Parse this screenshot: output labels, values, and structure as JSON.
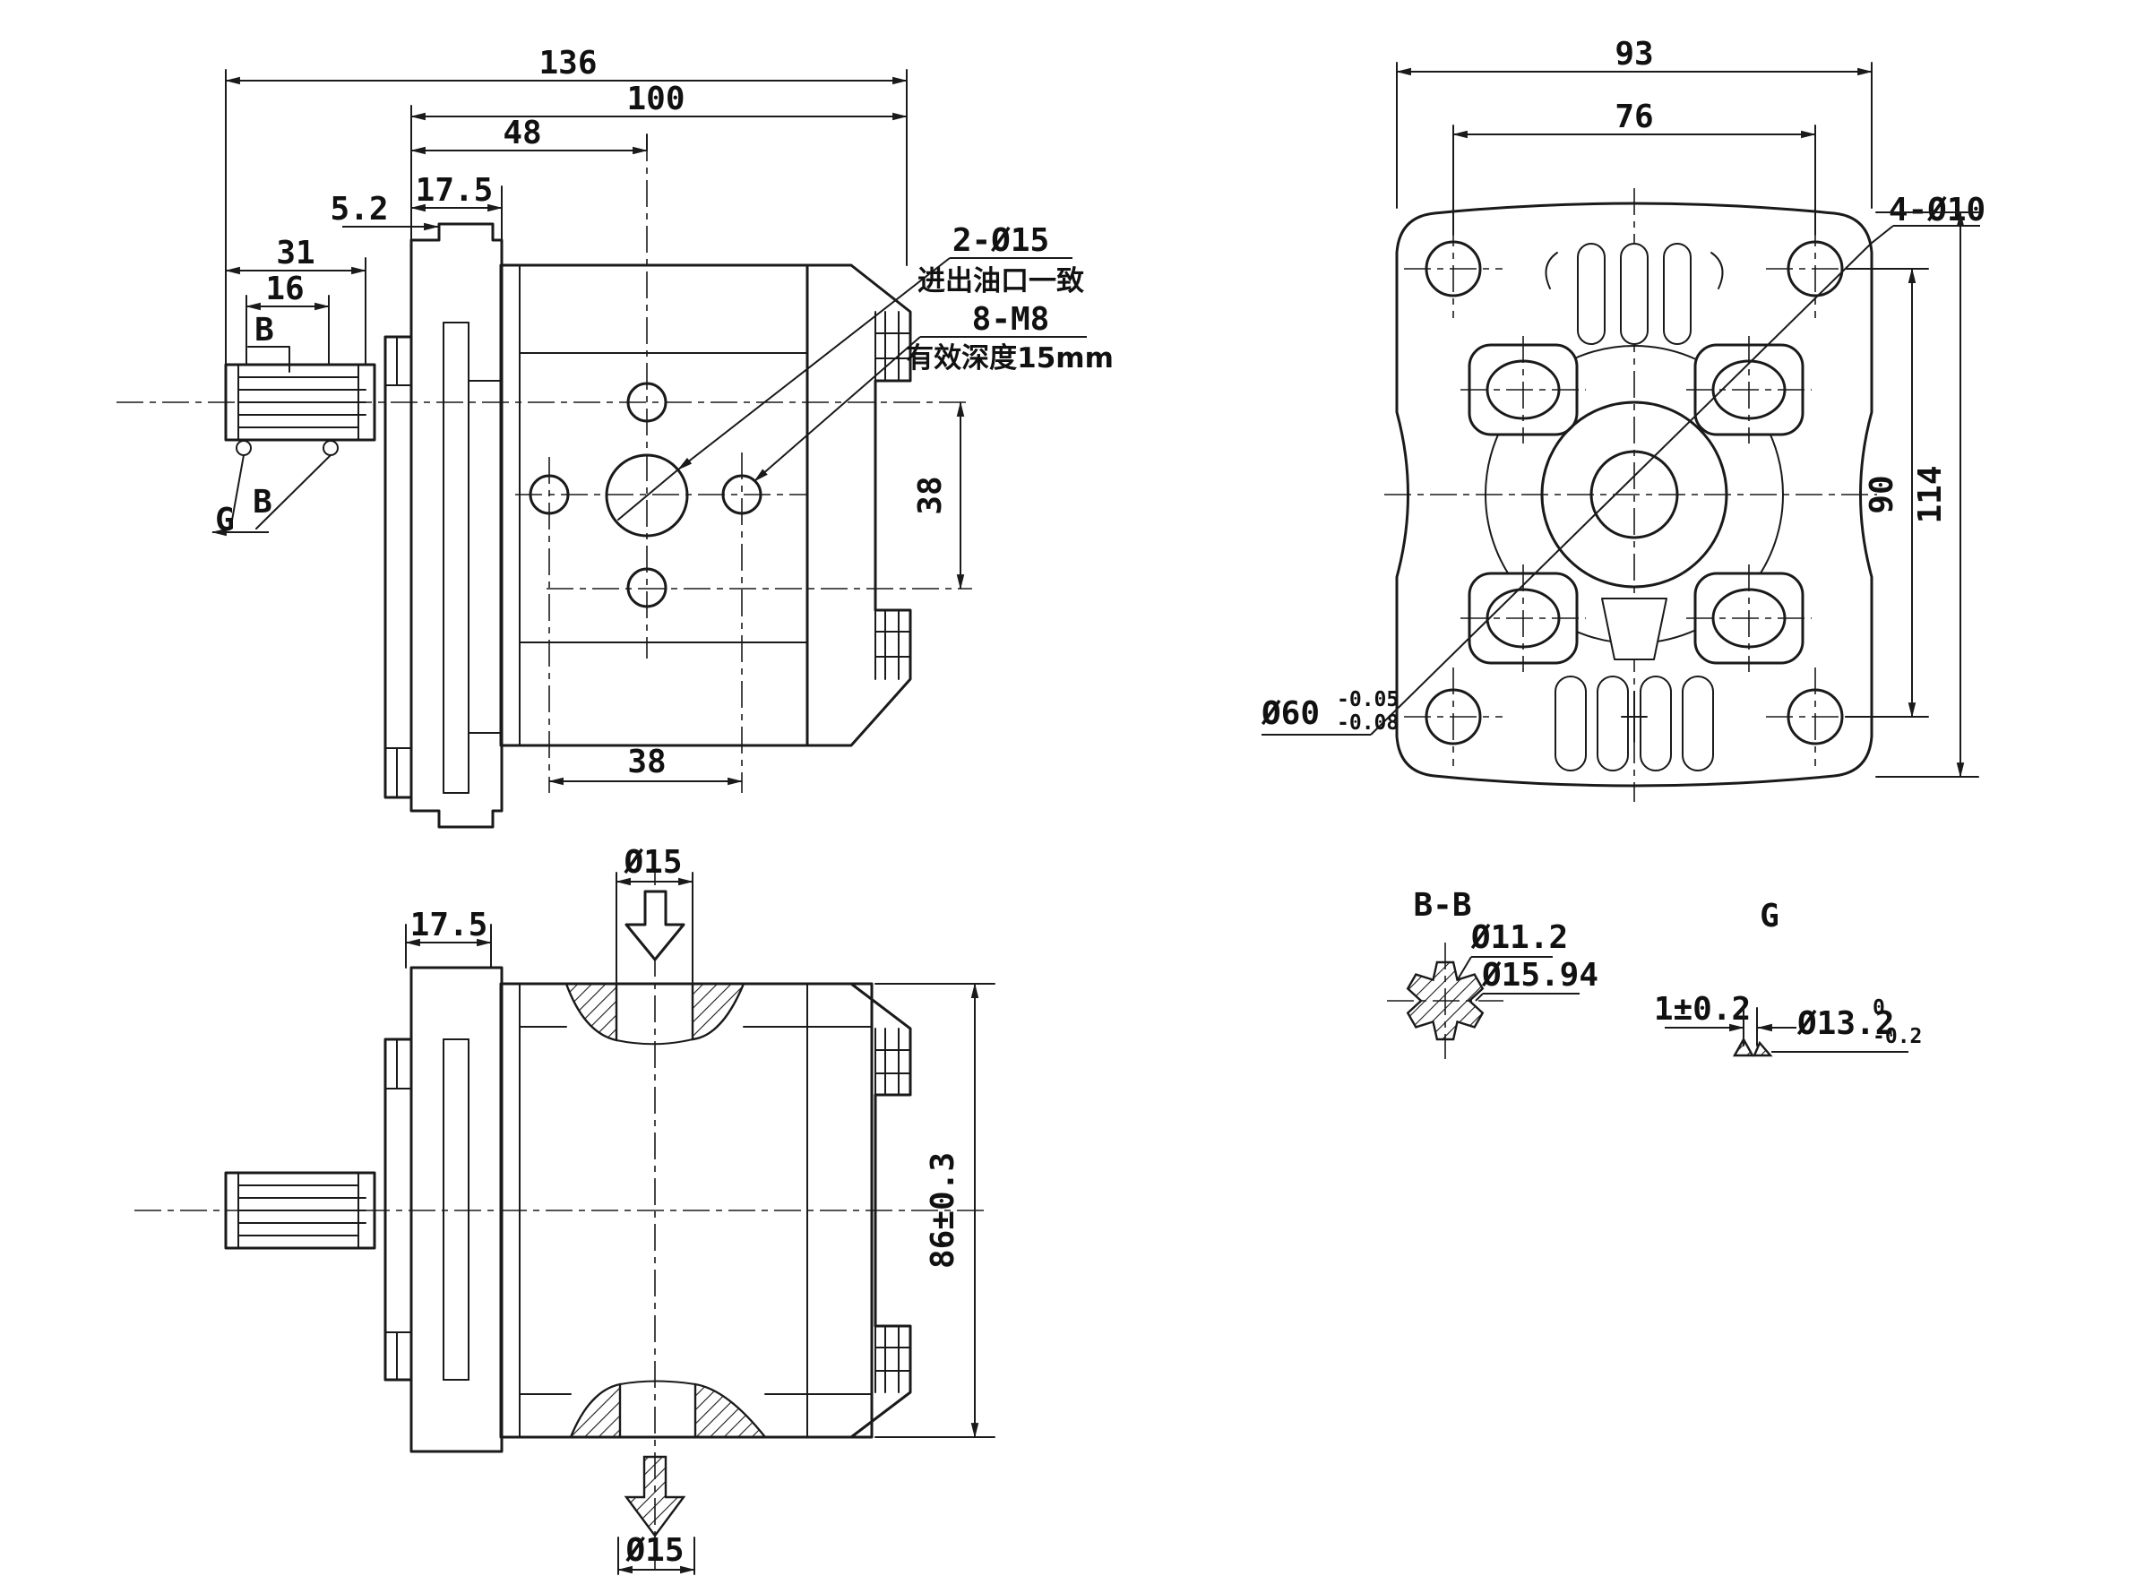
{
  "side_view": {
    "dim_136": "136",
    "dim_100": "100",
    "dim_48": "48",
    "dim_17_5": "17.5",
    "dim_5_2": "5.2",
    "dim_31": "31",
    "dim_16": "16",
    "dim_38_v": "38",
    "dim_38_h": "38",
    "label_b_top": "B",
    "label_b_bottom": "B",
    "label_g": "G",
    "ann_ports": "2-Ø15",
    "ann_ports_note": "进出油口一致",
    "ann_thread": "8-M8",
    "ann_thread_note": "有效深度15mm"
  },
  "front_view": {
    "dim_93": "93",
    "dim_76": "76",
    "dim_90": "90",
    "dim_114": "114",
    "ann_corner_holes": "4-Ø10",
    "ann_spigot": "Ø60",
    "ann_spigot_tol_upper": "-0.05",
    "ann_spigot_tol_lower": "-0.08"
  },
  "plan_view": {
    "dim_17_5": "17.5",
    "dim_86": "86±0.3",
    "dim_port_top": "Ø15",
    "dim_port_bottom": "Ø15"
  },
  "section_bb": {
    "title": "B-B",
    "dim_minor": "Ø11.2",
    "dim_major": "Ø15.94"
  },
  "detail_g": {
    "title": "G",
    "dim_groove": "1±0.2",
    "dim_dia": "Ø13.2",
    "dim_dia_tol_upper": "0",
    "dim_dia_tol_lower": "-0.2"
  }
}
